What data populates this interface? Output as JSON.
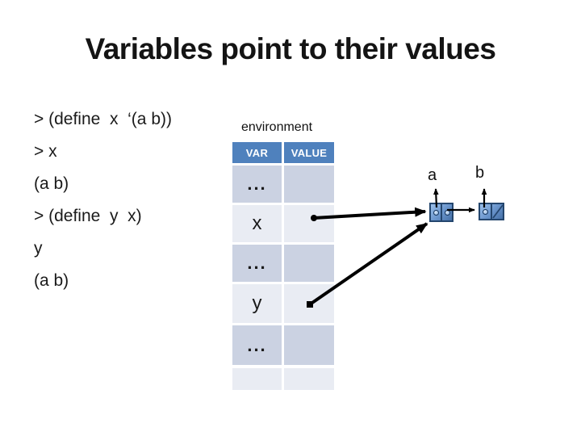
{
  "slide": {
    "title": "Variables point to their values"
  },
  "code": {
    "lines": [
      "> (define  x  ‘(a b))",
      "> x",
      "(a b)",
      "> (define  y  x)",
      "y",
      "(a b)"
    ]
  },
  "environment_table": {
    "label": "environment",
    "headers": [
      "VAR",
      "VALUE"
    ],
    "rows": [
      {
        "var": "...",
        "value": ""
      },
      {
        "var": "x",
        "value": ""
      },
      {
        "var": "...",
        "value": ""
      },
      {
        "var": "y",
        "value": ""
      },
      {
        "var": "...",
        "value": ""
      },
      {
        "var": "",
        "value": ""
      }
    ]
  },
  "diagram": {
    "pair1_car_label": "a",
    "pair2_car_label": "b",
    "pair2_cdr": "nil (slash)",
    "pointers": [
      "x value cell -> pair1",
      "y value cell -> pair1",
      "pair1 car -> a",
      "pair1 cdr -> pair2",
      "pair2 car -> b"
    ]
  },
  "colors": {
    "table_header_blue": "#4f81bd",
    "band_dark": "#cbd2e2",
    "band_light": "#e9ecf3",
    "cons_fill_light": "#9cc0ea",
    "cons_fill_dark": "#4671a8",
    "cons_border": "#24466e",
    "arrow": "#000000",
    "text": "#161616",
    "background": "#ffffff"
  }
}
